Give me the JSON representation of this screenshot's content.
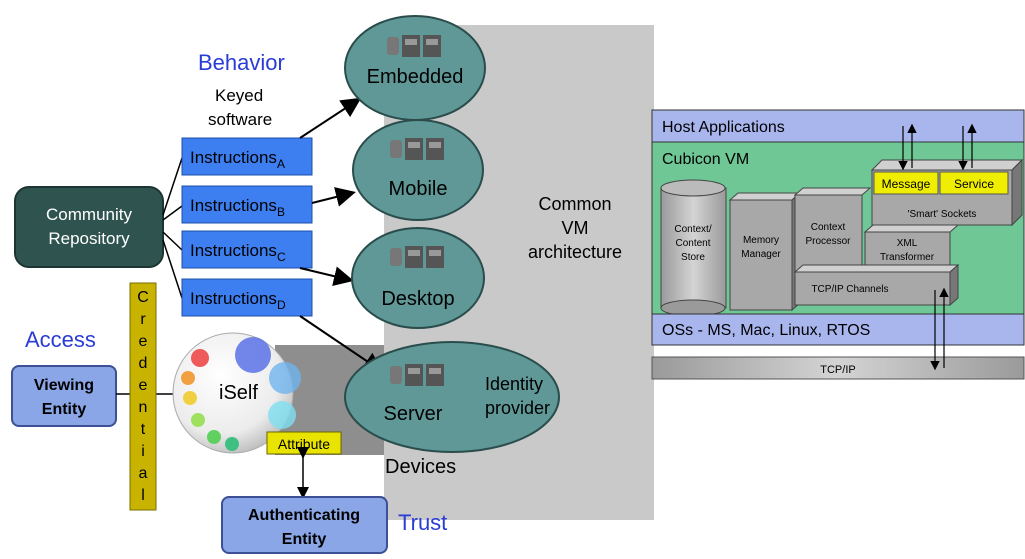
{
  "labels": {
    "behavior": "Behavior",
    "keyed_software": [
      "Keyed",
      "software"
    ],
    "access": "Access",
    "trust": "Trust",
    "devices": "Devices",
    "common_vm": [
      "Common",
      "VM",
      "architecture"
    ]
  },
  "community_repository": [
    "Community",
    "Repository"
  ],
  "instructions": [
    {
      "text": "Instructions",
      "sub": "A"
    },
    {
      "text": "Instructions",
      "sub": "B"
    },
    {
      "text": "Instructions",
      "sub": "C"
    },
    {
      "text": "Instructions",
      "sub": "D"
    }
  ],
  "devices": [
    {
      "label": "Embedded"
    },
    {
      "label": "Mobile"
    },
    {
      "label": "Desktop"
    },
    {
      "label": "Server"
    }
  ],
  "identity_provider": [
    "Identity",
    "provider"
  ],
  "credential": [
    "C",
    "r",
    "e",
    "d",
    "e",
    "n",
    "t",
    "i",
    "a",
    "l"
  ],
  "viewing_entity": [
    "Viewing",
    "Entity"
  ],
  "authenticating_entity": [
    "Authenticating",
    "Entity"
  ],
  "iself": {
    "label": "iSelf",
    "attribute": "Attribute"
  },
  "vm_stack": {
    "host_applications": "Host Applications",
    "cubicon_vm": "Cubicon VM",
    "message": "Message",
    "service": "Service",
    "smart_sockets": "'Smart' Sockets",
    "context_store": [
      "Context/",
      "Content",
      "Store"
    ],
    "memory_manager": [
      "Memory",
      "Manager"
    ],
    "context_processor": [
      "Context",
      "Processor"
    ],
    "xml_transformer": [
      "XML",
      "Transformer"
    ],
    "tcpip_channels": "TCP/IP Channels",
    "oss": "OSs - MS, Mac, Linux, RTOS",
    "tcpip": "TCP/IP"
  },
  "colors": {
    "teal_ellipse": "#5f9897",
    "instr_blue": "#3d7ff0",
    "entity_blue": "#8aa6e6",
    "credential_gold": "#c8b400",
    "repo_dark": "#2f5450",
    "vm_green": "#6ec795",
    "host_blue": "#a9b6ee",
    "yellow": "#f0ee00"
  }
}
